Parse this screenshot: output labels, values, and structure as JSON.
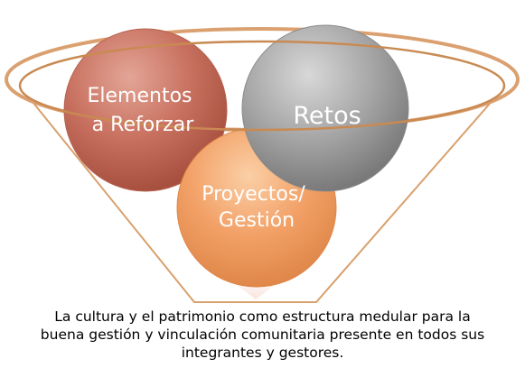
{
  "diagram": {
    "circles": [
      {
        "label_lines": [
          "Elementos",
          "a Reforzar"
        ],
        "color": "#c8705f"
      },
      {
        "label_lines": [
          "Retos"
        ],
        "color": "#9e9e9e"
      },
      {
        "label_lines": [
          "Proyectos/",
          "Gestión"
        ],
        "color": "#f2a066"
      }
    ],
    "funnel_color": "#d9a06c"
  },
  "caption": {
    "lines": [
      "La cultura y el patrimonio como estructura medular para la",
      "buena gestión y vinculación comunitaria presente en todos sus",
      "integrantes y gestores."
    ]
  }
}
